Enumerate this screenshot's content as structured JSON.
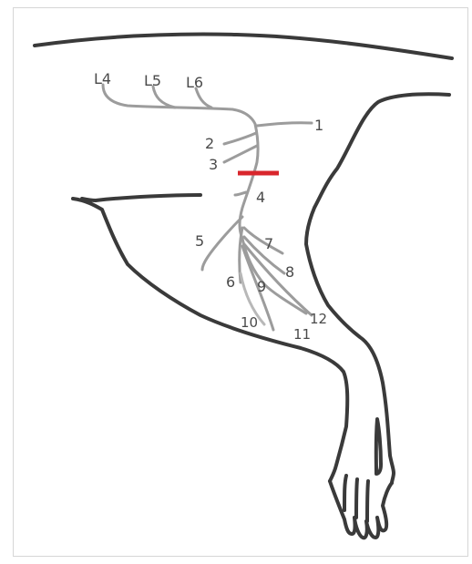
{
  "colors": {
    "outline": "#3a3a3a",
    "nerve": "#9c9c9c",
    "label": "#4a4a4a",
    "cut_mark": "#d9262c"
  },
  "roots": [
    "L4",
    "L5",
    "L6"
  ],
  "branches": {
    "b1": "1",
    "b2": "2",
    "b3": "3",
    "b4": "4",
    "b5": "5",
    "b6": "6",
    "b7": "7",
    "b8": "8",
    "b9": "9",
    "b10": "10",
    "b11": "11",
    "b12": "12"
  }
}
